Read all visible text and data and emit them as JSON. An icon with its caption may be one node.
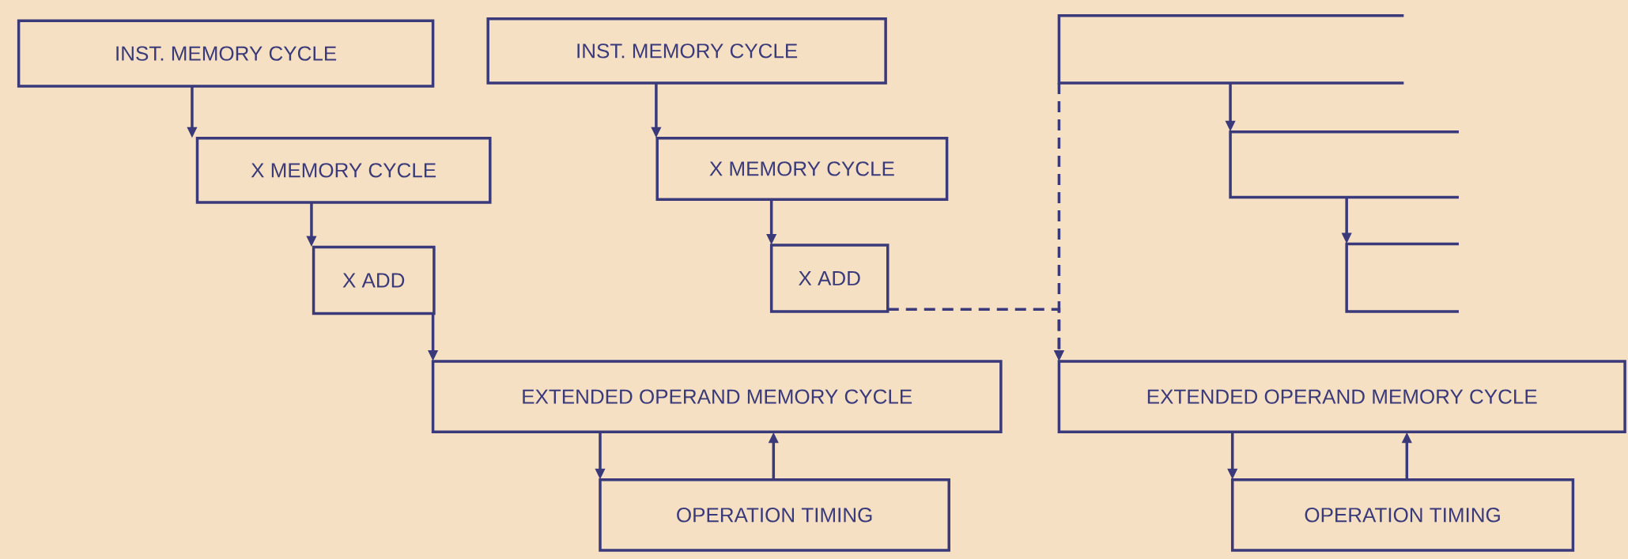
{
  "diagram": {
    "nodes": [
      {
        "text": [
          "INST. MEMORY CYCLE"
        ]
      },
      {
        "text": [
          "X MEMORY CYCLE"
        ]
      },
      {
        "text": [
          "X ADD"
        ]
      },
      {
        "text": [
          "EXTENDED OPERAND MEMORY CYCLE"
        ]
      },
      {
        "text": [
          "OPERATION TIMING"
        ]
      },
      {
        "text": [
          "INST. MEMORY CYCLE"
        ]
      },
      {
        "text": [
          "X MEMORY CYCLE"
        ]
      },
      {
        "text": [
          "X ADD"
        ]
      },
      {
        "text": [],
        "shape": "box"
      },
      {
        "text": [],
        "shape": "box"
      },
      {
        "text": [],
        "shape": "box"
      },
      {
        "text": [
          "EXTENDED OPERAND MEMORY CYCLE"
        ]
      },
      {
        "text": [
          "OPERATION TIMING"
        ]
      }
    ],
    "edges": [
      {
        "from": 0,
        "to": 1,
        "arrow": "to"
      },
      {
        "from": 1,
        "to": 2,
        "arrow": "to"
      },
      {
        "from": 2,
        "to": 3,
        "arrow": "to"
      },
      {
        "from": 3,
        "to": 4,
        "arrow": "to"
      },
      {
        "from": 4,
        "to": 3,
        "arrow": "to"
      },
      {
        "from": 5,
        "to": 6,
        "arrow": "to"
      },
      {
        "from": 6,
        "to": 7,
        "arrow": "to"
      },
      {
        "from": 7,
        "to": 11,
        "arrow": "to",
        "style": "dashed"
      },
      {
        "from": 8,
        "to": 11,
        "arrow": "to",
        "style": "dashed"
      },
      {
        "from": 8,
        "to": 9,
        "arrow": "to"
      },
      {
        "from": 9,
        "to": 10,
        "arrow": "to"
      },
      {
        "from": 11,
        "to": 12,
        "arrow": "to"
      },
      {
        "from": 12,
        "to": 11,
        "arrow": "to"
      }
    ]
  }
}
